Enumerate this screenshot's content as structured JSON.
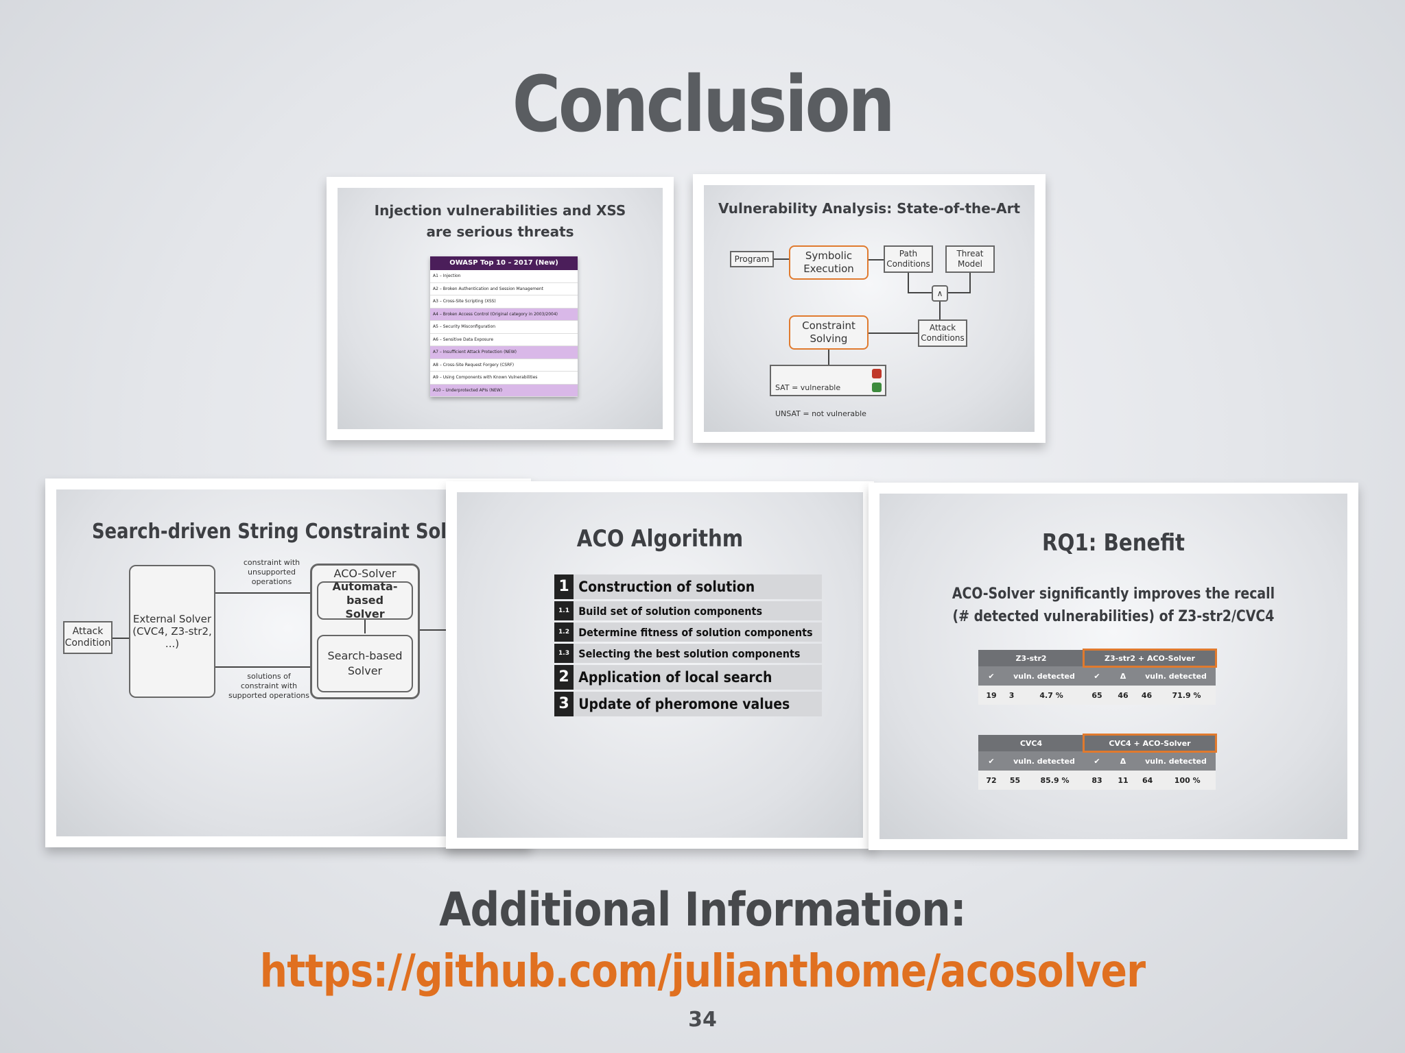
{
  "slide": {
    "title": "Conclusion",
    "additional_label": "Additional Information:",
    "link": "https://github.com/julianthome/acosolver",
    "page_number": "34"
  },
  "thumb_injection": {
    "title_line1": "Injection vulnerabilities and XSS",
    "title_line2": "are serious threats",
    "table_header": "OWASP Top 10 – 2017 (New)",
    "rows": [
      {
        "text": "A1 – Injection",
        "highlight": false
      },
      {
        "text": "A2 – Broken Authentication and Session Management",
        "highlight": false
      },
      {
        "text": "A3 – Cross-Site Scripting (XSS)",
        "highlight": false
      },
      {
        "text": "A4 – Broken Access Control (Original category in 2003/2004)",
        "highlight": true
      },
      {
        "text": "A5 – Security Misconfiguration",
        "highlight": false
      },
      {
        "text": "A6 – Sensitive Data Exposure",
        "highlight": false
      },
      {
        "text": "A7 – Insufficient Attack Protection (NEW)",
        "highlight": true
      },
      {
        "text": "A8 – Cross-Site Request Forgery (CSRF)",
        "highlight": false
      },
      {
        "text": "A9 – Using Components with Known Vulnerabilities",
        "highlight": false
      },
      {
        "text": "A10 – Underprotected APIs (NEW)",
        "highlight": true
      }
    ]
  },
  "thumb_vuln": {
    "title": "Vulnerability Analysis: State-of-the-Art",
    "program": "Program",
    "symbolic": "Symbolic\nExecution",
    "path": "Path\nConditions",
    "threat": "Threat\nModel",
    "and": "∧",
    "attack": "Attack\nConditions",
    "constraint": "Constraint\nSolving",
    "sat": "SAT = vulnerable",
    "unsat": "UNSAT = not vulnerable"
  },
  "thumb_search": {
    "title": "Search-driven String Constraint Solving",
    "attack": "Attack\nCondition",
    "external": "External Solver\n(CVC4, Z3-str2, ...)",
    "top_label": "constraint with\nunsupported\noperations",
    "bottom_label": "solutions of\nconstraint with\nsupported operations",
    "aco_solver": "ACO-Solver",
    "automata": "Automata-based\nSolver",
    "searchbased": "Search-based\nSolver"
  },
  "thumb_aco": {
    "title": "ACO Algorithm",
    "items": [
      {
        "num": "1",
        "text": "Construction of solution",
        "major": true
      },
      {
        "num": "1.1",
        "text": "Build set of solution components",
        "major": false
      },
      {
        "num": "1.2",
        "text": "Determine fitness of solution components",
        "major": false
      },
      {
        "num": "1.3",
        "text": "Selecting the best solution components",
        "major": false
      },
      {
        "num": "2",
        "text": "Application of local search",
        "major": true
      },
      {
        "num": "3",
        "text": "Update of pheromone values",
        "major": true
      }
    ]
  },
  "thumb_rq1": {
    "title": "RQ1: Benefit",
    "subtitle_line1": "ACO-Solver significantly improves the recall",
    "subtitle_line2": "(# detected vulnerabilities) of Z3-str2/CVC4",
    "table1": {
      "left_head": "Z3-str2",
      "right_head": "Z3-str2 + ACO-Solver",
      "sub": [
        "✔",
        "vuln. detected",
        "✔",
        "Δ",
        "vuln. detected"
      ],
      "values": [
        "19",
        "3",
        "4.7 %",
        "65",
        "46",
        "46",
        "71.9 %"
      ]
    },
    "table2": {
      "left_head": "CVC4",
      "right_head": "CVC4 + ACO-Solver",
      "sub": [
        "✔",
        "vuln. detected",
        "✔",
        "Δ",
        "vuln. detected"
      ],
      "values": [
        "72",
        "55",
        "85.9 %",
        "83",
        "11",
        "64",
        "100 %"
      ]
    }
  }
}
